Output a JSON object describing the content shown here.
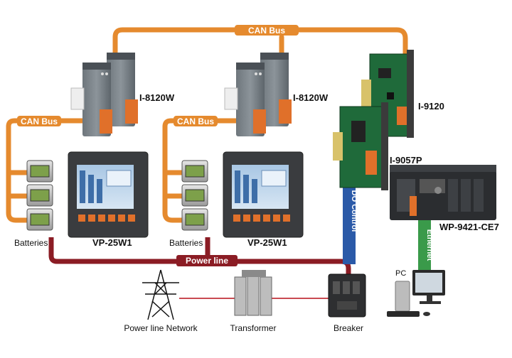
{
  "can_bus_top": "CAN Bus",
  "can_bus_left": "CAN Bus",
  "can_bus_mid": "CAN Bus",
  "module_left": "I-8120W",
  "module_mid": "I-8120W",
  "card_i9120": "I-9120",
  "card_i9057p": "I-9057P",
  "controller": "WP-9421-CE7",
  "batteries_left": "Batteries",
  "batteries_mid": "Batteries",
  "hmi_left": "VP-25W1",
  "hmi_mid": "VP-25W1",
  "power_line": "Power line",
  "do_control": "DO Control",
  "ethernet": "Ethernet",
  "pc": "PC",
  "power_line_network": "Power line Network",
  "transformer": "Transformer",
  "breaker": "Breaker",
  "colors": {
    "can_bus": "#e58a2e",
    "power_line": "#8b1c24",
    "do_control": "#2b5aa8",
    "ethernet": "#3a9a4a"
  }
}
